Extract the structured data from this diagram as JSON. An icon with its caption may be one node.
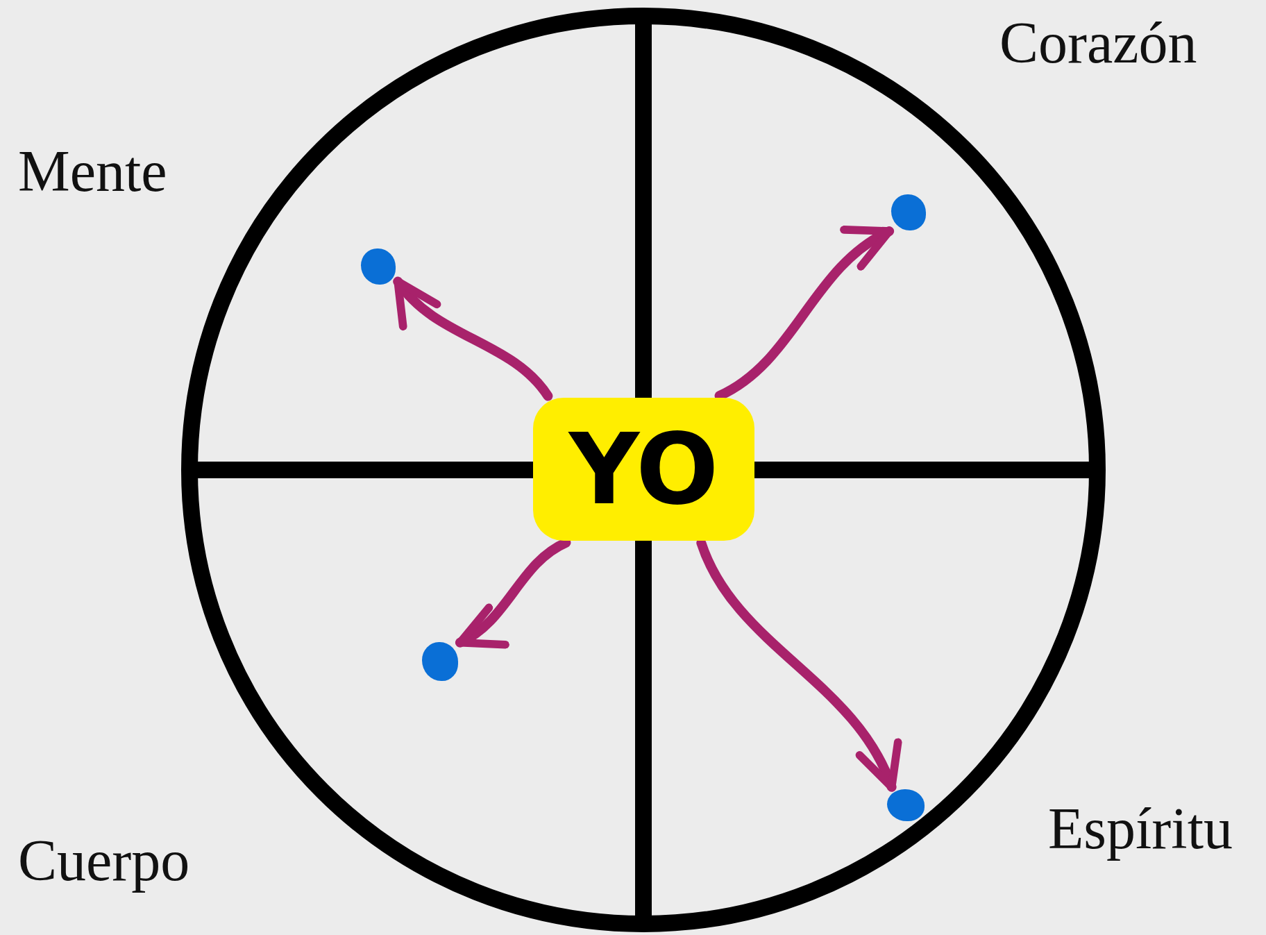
{
  "diagram": {
    "nodes": [
      {
        "text": [
          "YO"
        ]
      },
      {
        "text": [],
        "shape": "dot"
      },
      {
        "text": [],
        "shape": "dot"
      },
      {
        "text": [],
        "shape": "dot"
      },
      {
        "text": [],
        "shape": "dot"
      }
    ],
    "edges": [
      {
        "from": 0,
        "to": 1,
        "arrow": "to"
      },
      {
        "from": 0,
        "to": 2,
        "arrow": "to"
      },
      {
        "from": 0,
        "to": 3,
        "arrow": "to"
      },
      {
        "from": 0,
        "to": 4,
        "arrow": "to"
      }
    ],
    "labels": [
      "Corazón",
      "Mente",
      "Espíritu",
      "Cuerpo"
    ]
  }
}
